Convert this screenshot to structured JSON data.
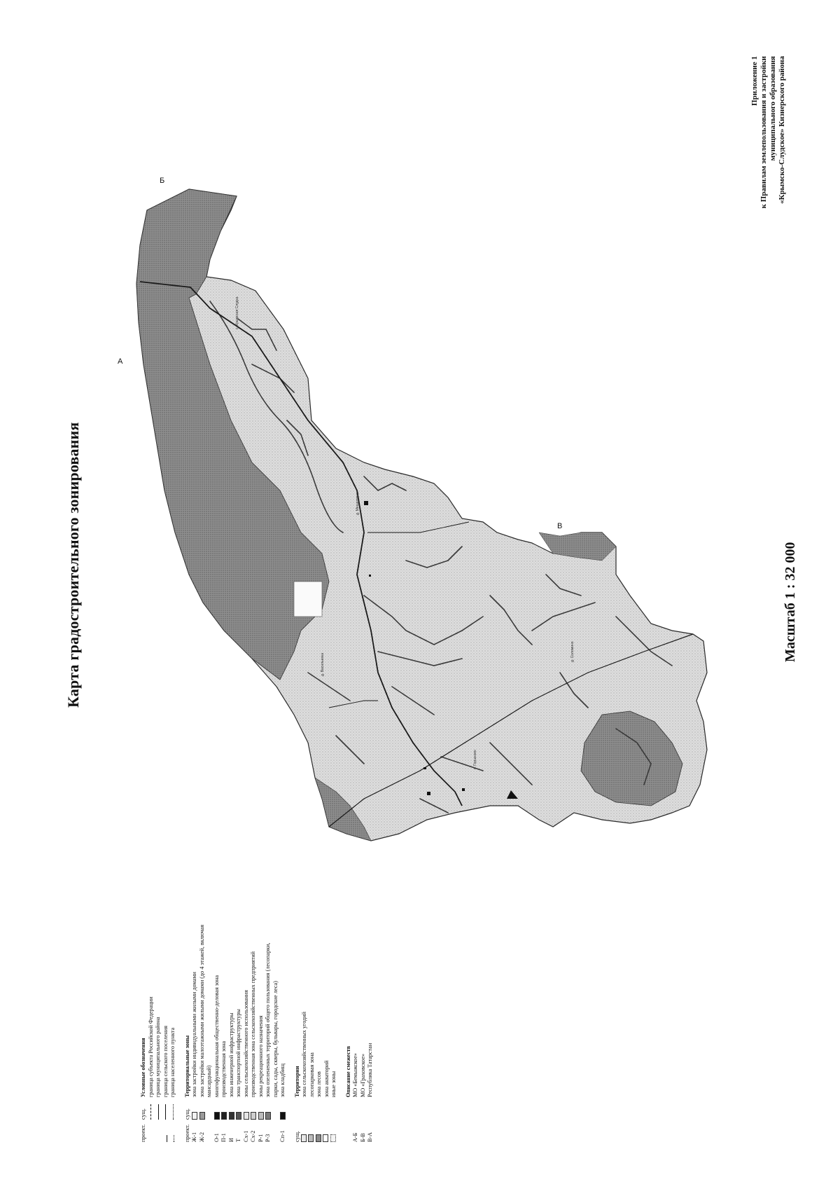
{
  "title": "Карта градостроительного зонирования",
  "scale": "Масштаб 1 : 32 000",
  "appendix": {
    "line1": "Приложение 1",
    "line2": "к Правилам землепользования и застройки",
    "line3": "муниципального образования",
    "line4": "«Крымско-Слудское» Кизнерского района"
  },
  "points": {
    "a": "А",
    "b": "Б",
    "v": "В"
  },
  "villages": [
    "с. Крымская Слудка",
    "д. Мещерявка",
    "д. Васильевка",
    "д. Соломино",
    "с. Горшково"
  ],
  "legend": {
    "conventions": {
      "col_proj": "проект.",
      "col_exist": "сущ.",
      "heading": "Условные обозначения",
      "items": [
        "граница субъекта Российской Федерации",
        "граница муниципального района",
        "граница сельского поселения",
        "граница населенного пункта"
      ]
    },
    "zones": {
      "col_proj": "проект.",
      "col_exist": "сущ.",
      "heading": "Территориальные зоны",
      "items": [
        {
          "code": "Ж-1",
          "label": "зона застройки индивидуальными жилыми домами"
        },
        {
          "code": "Ж-2",
          "label": "зона застройки малоэтажными жилыми домами (до 4 этажей, включая"
        },
        {
          "code": "",
          "label": "мансардный)"
        },
        {
          "code": "О-1",
          "label": "многофункциональная общественно-деловая зона"
        },
        {
          "code": "П-1",
          "label": "производственная зона"
        },
        {
          "code": "И",
          "label": "зона инженерной инфраструктуры"
        },
        {
          "code": "Т",
          "label": "зона транспортной инфраструктуры"
        },
        {
          "code": "Сх-1",
          "label": "зоны сельскохозяйственного использования"
        },
        {
          "code": "Сх-2",
          "label": "производственная зона сельскохозяйственных предприятий"
        },
        {
          "code": "Р-1",
          "label": "зоны рекреационного назначения"
        },
        {
          "code": "Р-3",
          "label": "зона озелененных территорий общего пользования (лесопарки,"
        },
        {
          "code": "",
          "label": "парки, сады, скверы, бульвары, городские леса)"
        },
        {
          "code": "Сп-1",
          "label": "зона кладбищ"
        }
      ]
    },
    "territories": {
      "col_exist": "сущ.",
      "heading": "Территории",
      "items": [
        "зона сельскохозяйственных угодий",
        "лесопарковая зона",
        "зона лесов",
        "зона акваторий",
        "иные зоны"
      ]
    },
    "adjacency": {
      "heading": "Описание смежеств",
      "items": [
        {
          "code": "А-Б",
          "label": "МО «Бемыжское»"
        },
        {
          "code": "Б-В",
          "label": "МО «Граховское»"
        },
        {
          "code": "В-А",
          "label": "Республика Татарстан"
        }
      ]
    }
  },
  "colors": {
    "forest": "#8a8a8a",
    "agri": "#e4e4e4",
    "water": "#ffffff",
    "line": "#1a1a1a"
  }
}
